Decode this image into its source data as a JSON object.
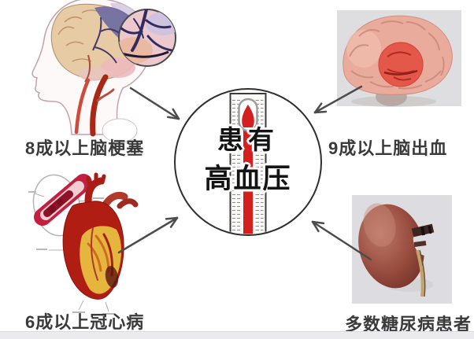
{
  "center": {
    "line1": "患有",
    "line2": "高血压"
  },
  "labels": {
    "top_left": "8成以上脑梗塞",
    "top_right": "9成以上脑出血",
    "bottom_left": "6成以上冠心病",
    "bottom_right": "多数糖尿病患者"
  },
  "icons": {
    "center": "blood-pressure-thermometer-illustration",
    "top_left": "head-neck-arteries-illustration",
    "top_right": "brain-hemorrhage-illustration",
    "bottom_left": "heart-coronary-illustration",
    "bottom_right": "kidney-illustration",
    "arrows": "arrow-to-center"
  },
  "colors": {
    "thermometer_red": "#d41f1f",
    "circle_border": "#2e2e2e",
    "label_text": "#3a3a3a",
    "photo_panel_gray": "#dddce0",
    "hemorrhage_red": "#e4584a",
    "arrow_gray": "#4c4c4c"
  }
}
